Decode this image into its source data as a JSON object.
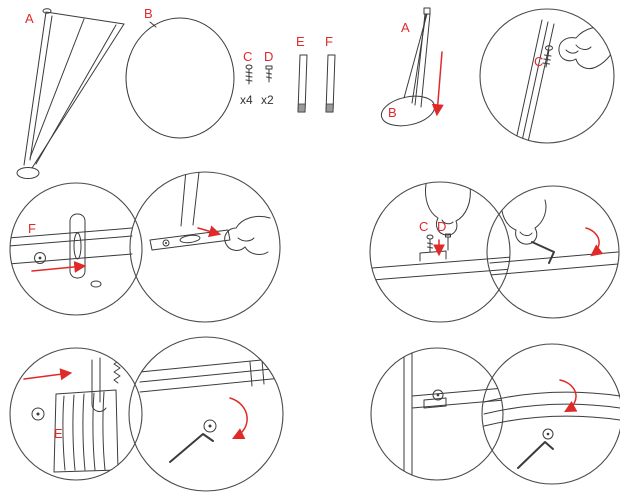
{
  "colors": {
    "line": "#3b3b3b",
    "accent": "#e02a2a"
  },
  "parts": {
    "a": "A",
    "b": "B",
    "c": "C",
    "d": "D",
    "e": "E",
    "f": "F",
    "qty_c": "x4",
    "qty_d": "x2"
  },
  "steps": {
    "s1_pole": "A",
    "s1_base": "B",
    "s1_screw": "C",
    "s2_bracket": "F",
    "s3_screw": "C",
    "s3_pin": "D",
    "s4_hook": "E"
  }
}
